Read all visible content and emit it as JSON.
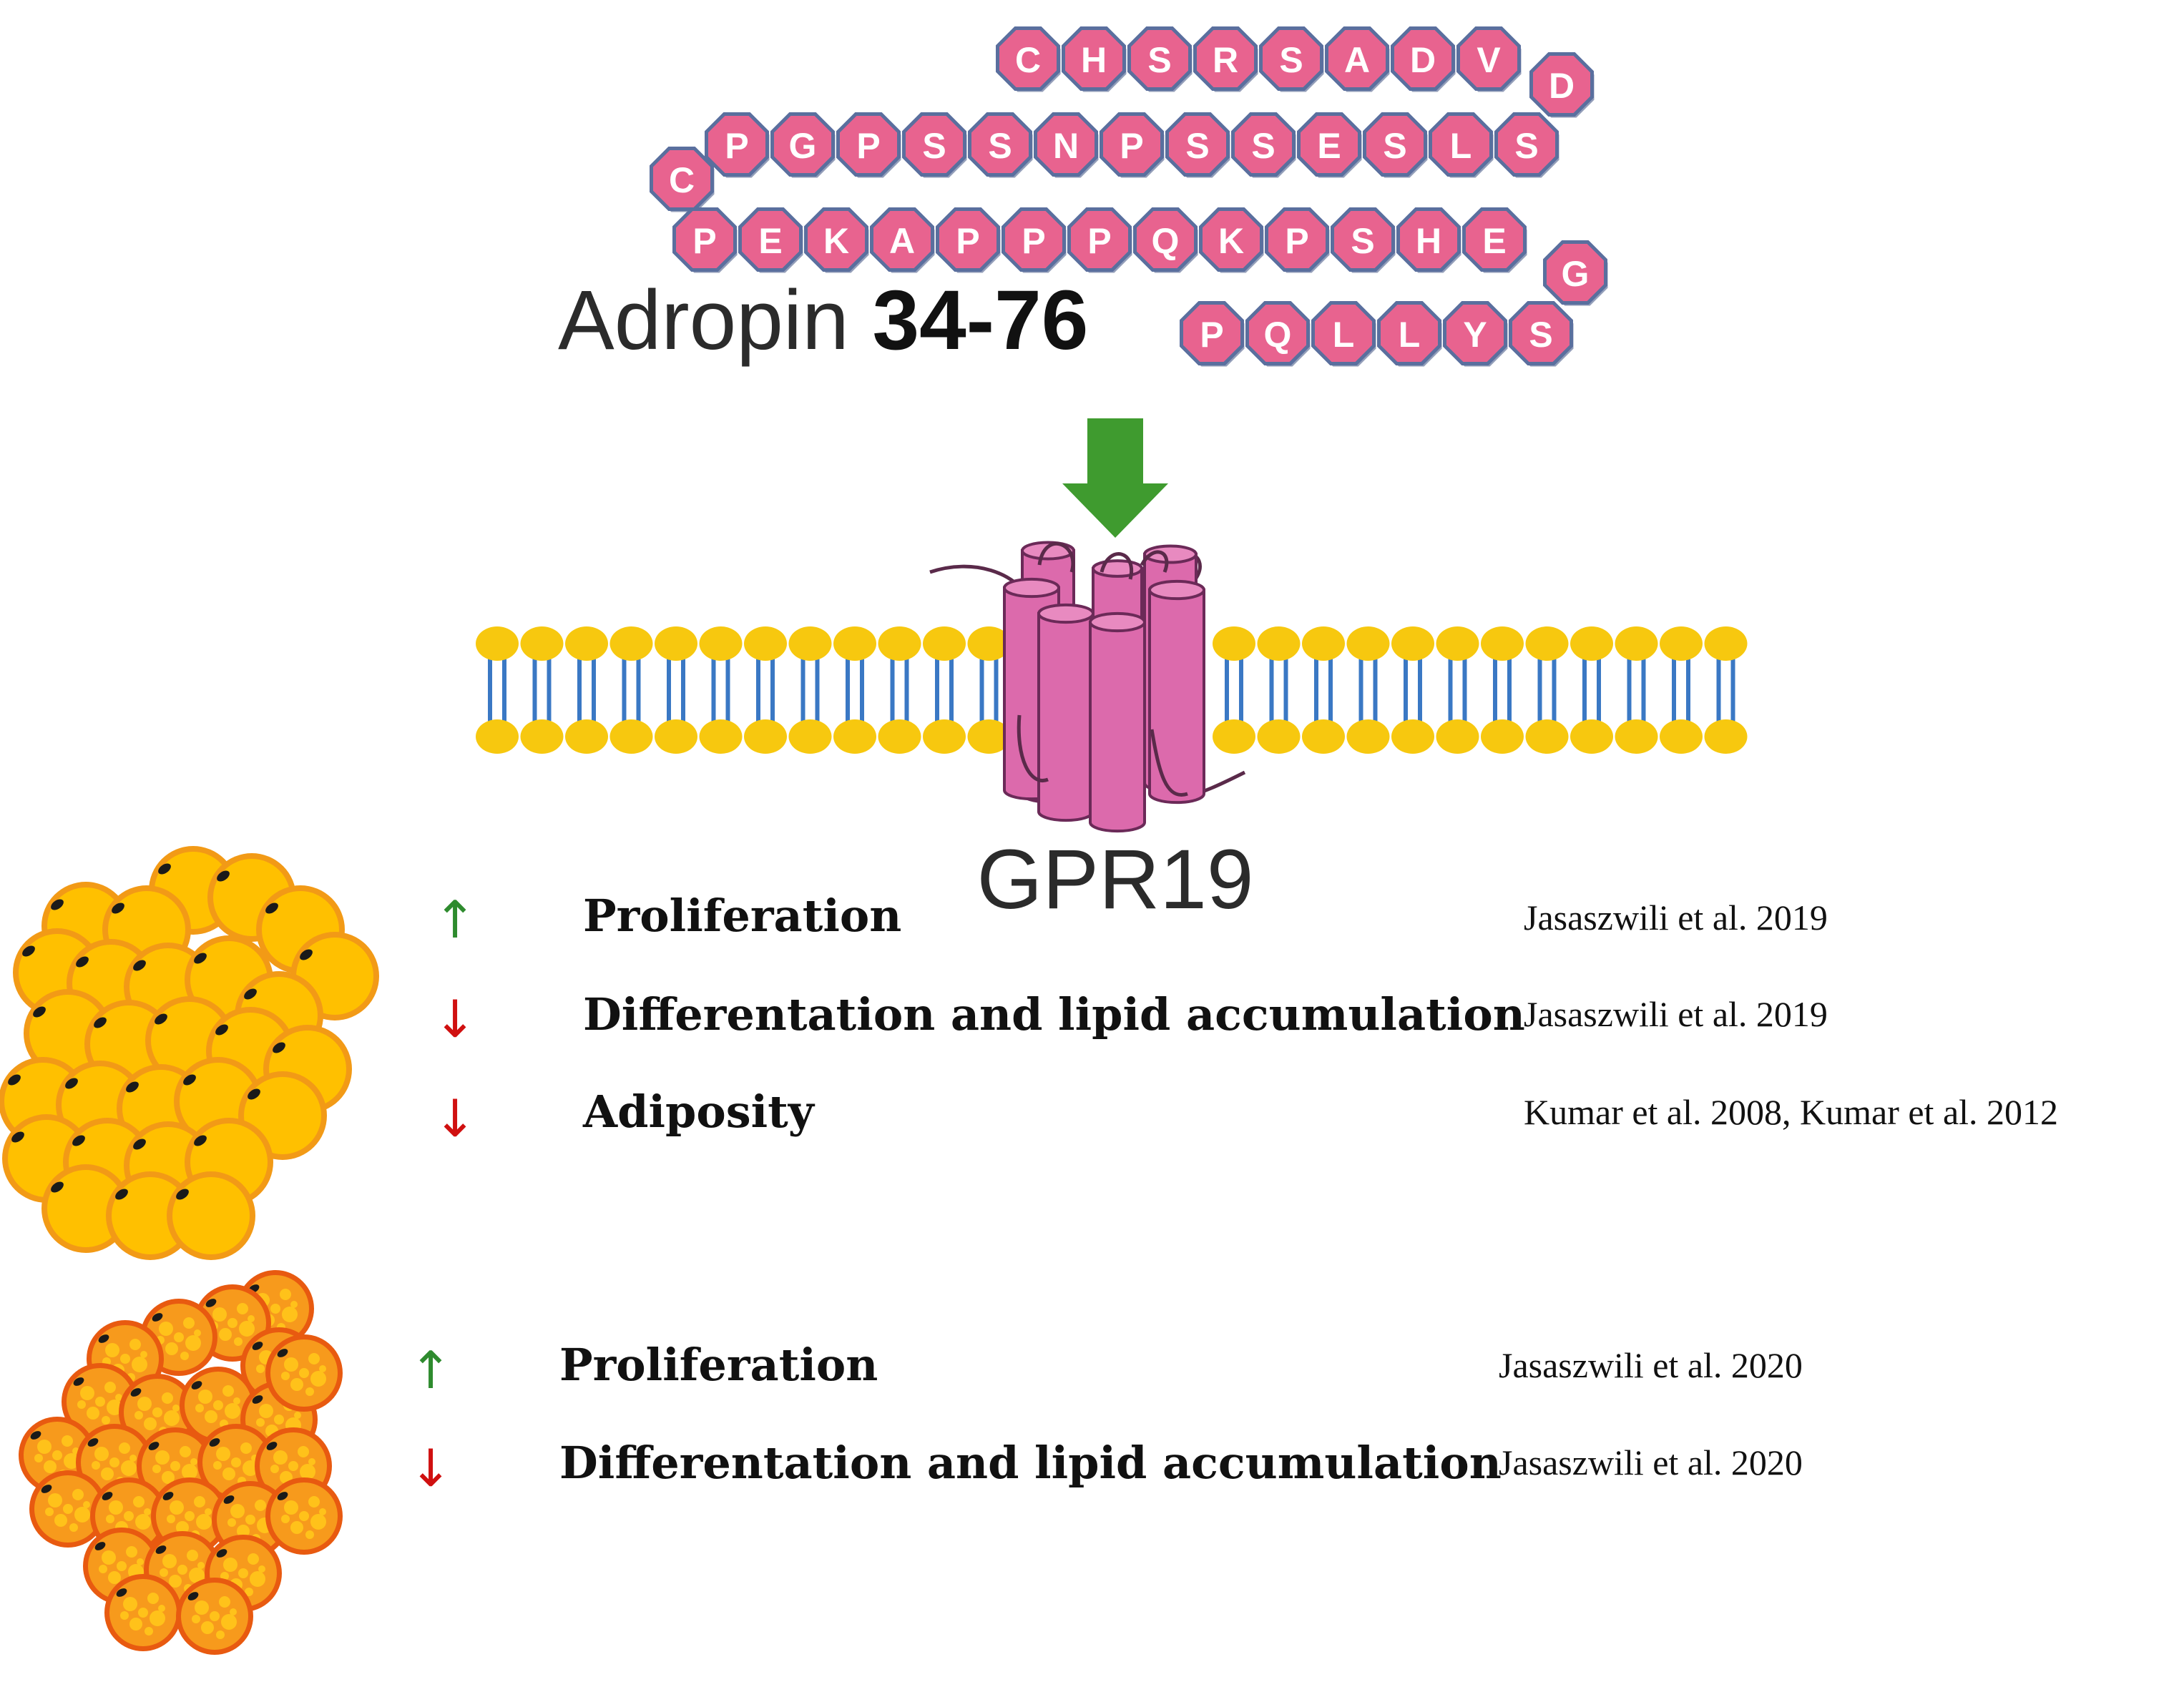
{
  "peptide": {
    "rows": [
      [
        "C",
        "H",
        "S",
        "R",
        "S",
        "A",
        "D",
        "V"
      ],
      [
        "D"
      ],
      [
        "P",
        "G",
        "P",
        "S",
        "S",
        "N",
        "P",
        "S",
        "S",
        "E",
        "S",
        "L",
        "S"
      ],
      [
        "C"
      ],
      [
        "P",
        "E",
        "K",
        "A",
        "P",
        "P",
        "P",
        "Q",
        "K",
        "P",
        "S",
        "H",
        "E"
      ],
      [
        "G"
      ],
      [
        "P",
        "Q",
        "L",
        "L",
        "Y",
        "S"
      ]
    ]
  },
  "label": {
    "prefix": "Adropin ",
    "range": "34-76"
  },
  "receptor": {
    "name": "GPR19"
  },
  "colors": {
    "residue": "#e8638f",
    "residue_border": "#5a6f9e",
    "arrow_green": "#3f9b2f",
    "up": "#2e8b2e",
    "down": "#d01010",
    "receptor": "#dc6aac",
    "lipid_head": "#f7c80f",
    "lipid_tail": "#3a78c4"
  },
  "groups": [
    {
      "cell": "white-adipocyte-cluster",
      "effects": [
        {
          "direction": "up",
          "symbol": "↑",
          "text": "Proliferation",
          "ref": "Jasaszwili et al. 2019"
        },
        {
          "direction": "down",
          "symbol": "↓",
          "text": "Differentation and lipid accumulation",
          "ref": "Jasaszwili et al. 2019"
        },
        {
          "direction": "down",
          "symbol": "↓",
          "text": "Adiposity",
          "ref": "Kumar et al. 2008, Kumar et al. 2012"
        }
      ]
    },
    {
      "cell": "brown-adipocyte-cluster",
      "effects": [
        {
          "direction": "up",
          "symbol": "↑",
          "text": "Proliferation",
          "ref": "Jasaszwili et al. 2020"
        },
        {
          "direction": "down",
          "symbol": "↓",
          "text": "Differentation and lipid accumulation",
          "ref": "Jasaszwili et al. 2020"
        }
      ]
    }
  ]
}
